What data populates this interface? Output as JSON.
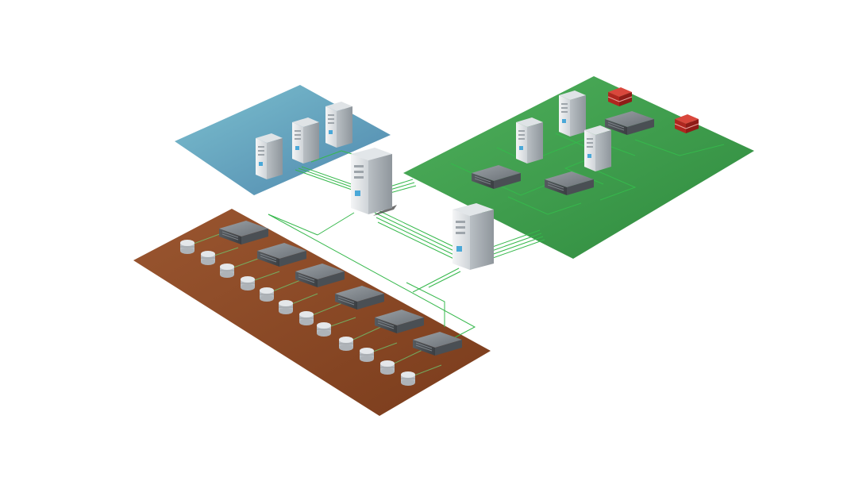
{
  "diagram": {
    "type": "isometric-network-topology",
    "colors": {
      "background": "#ffffff",
      "blue_zone": "#6fb3c4",
      "green_zone": "#3e9e4c",
      "brown_zone": "#8b4a26",
      "connector_line": "#36b84c",
      "server_body": "#e9ecef",
      "rack_unit": "#6d7278",
      "firewall_brick": "#b52a22",
      "disk": "#cfd3d7"
    },
    "zones": [
      {
        "id": "blue-zone",
        "color": "blue_zone",
        "tower_servers": 3
      },
      {
        "id": "green-zone",
        "color": "green_zone",
        "tower_servers": 3,
        "rack_servers": 3,
        "firewalls": 2
      },
      {
        "id": "brown-zone",
        "color": "brown_zone",
        "rack_servers": 6,
        "disk_drives": 12
      }
    ],
    "standalone_servers": [
      {
        "id": "gateway-server-1",
        "icon": "tower-server-icon"
      },
      {
        "id": "gateway-server-2",
        "icon": "tower-server-icon"
      }
    ]
  }
}
